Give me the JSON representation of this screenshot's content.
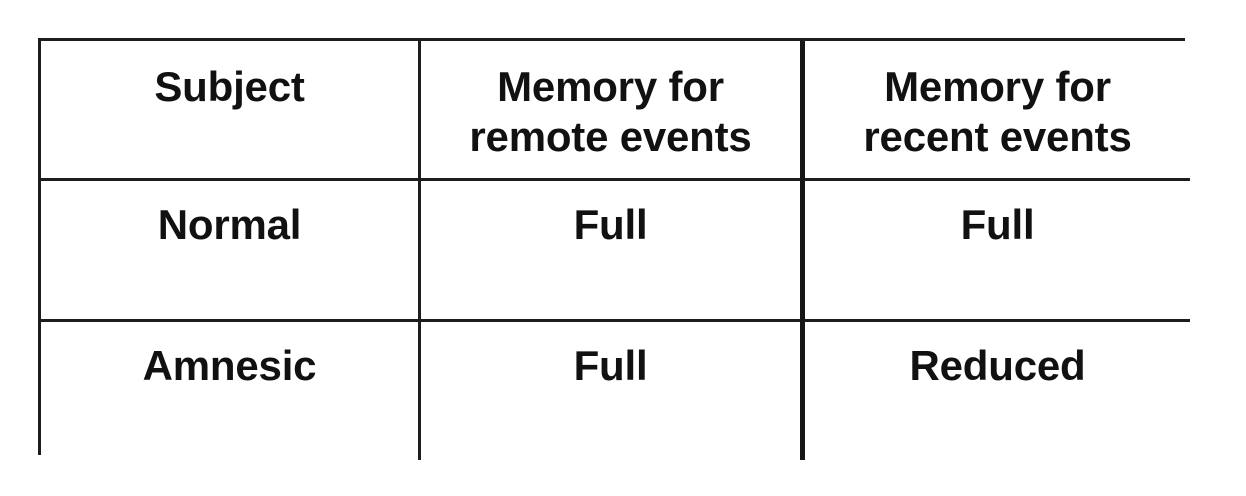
{
  "table": {
    "caption": "",
    "columns": [
      {
        "id": "subject",
        "label": "Subject",
        "label_line_1": "Subject",
        "label_line_2": ""
      },
      {
        "id": "remote",
        "label": "Memory for remote events",
        "label_line_1": "Memory for",
        "label_line_2": "remote events"
      },
      {
        "id": "recent",
        "label": "Memory for recent events",
        "label_line_1": "Memory for",
        "label_line_2": "recent events"
      }
    ],
    "rows": [
      {
        "id": "normal",
        "subject": "Normal",
        "remote": "Full",
        "recent": "Full"
      },
      {
        "id": "amnesic",
        "subject": "Amnesic",
        "remote": "Full",
        "recent": "Reduced"
      }
    ]
  },
  "style": {
    "background_color": "#ffffff",
    "text_color": "#111111",
    "border_color": "#1d1d1d",
    "border_color_emphasis": "#161616"
  }
}
